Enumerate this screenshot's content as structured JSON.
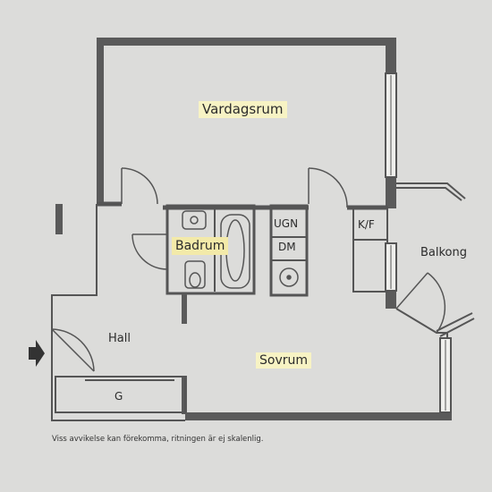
{
  "rooms": {
    "vardagsrum": "Vardagsrum",
    "badrum": "Badrum",
    "balkong": "Balkong",
    "hall": "Hall",
    "sovrum": "Sovrum"
  },
  "fixtures": {
    "ugn": "UGN",
    "dm": "DM",
    "kf": "K/F",
    "garderob": "G"
  },
  "note": "Viss avvikelse kan förekomma, ritningen är ej skalenlig.",
  "colors": {
    "background": "#dcdcda",
    "wall": "#5a5a5a",
    "line": "#555555",
    "label_highlight": "#f7f3c4",
    "window_glass": "#efefec"
  }
}
